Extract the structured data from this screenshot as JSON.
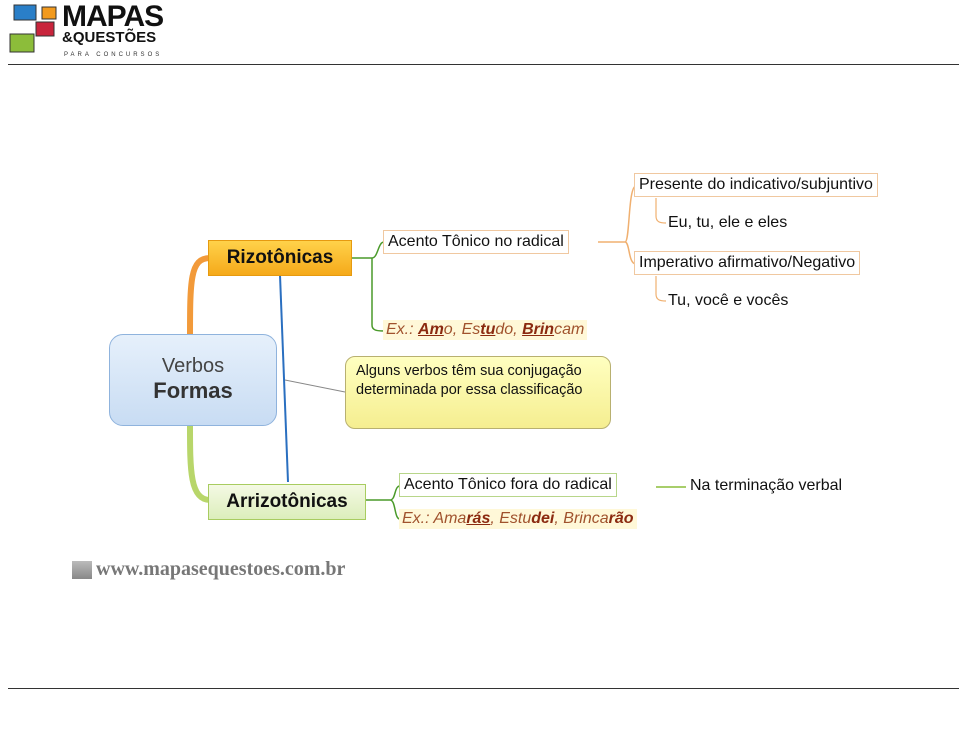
{
  "header": {
    "logo_title": "MAPAS",
    "logo_sub": "&QUESTÕES",
    "logo_tag": "PARA CONCURSOS"
  },
  "map": {
    "central": {
      "line1": "Verbos",
      "line2": "Formas"
    },
    "rizo": {
      "label": "Rizotônicas",
      "accent": "Acento Tônico no radical",
      "presente": "Presente do indicativo/subjuntivo",
      "presente_note": "Eu, tu, ele e eles",
      "imperativo": "Imperativo afirmativo/Negativo",
      "imperativo_note": "Tu, você e vocês",
      "example": [
        {
          "t": "Ex.: ",
          "s": "n"
        },
        {
          "t": "Am",
          "s": "u"
        },
        {
          "t": "o, Es",
          "s": "n"
        },
        {
          "t": "tu",
          "s": "u"
        },
        {
          "t": "do, ",
          "s": "n"
        },
        {
          "t": "Brin",
          "s": "u"
        },
        {
          "t": "cam",
          "s": "n"
        }
      ]
    },
    "callout": "Alguns verbos têm sua conjugação determinada por essa classificação",
    "arrizo": {
      "label": "Arrizotônicas",
      "accent": "Acento Tônico fora do radical",
      "accent_note": "Na terminação verbal",
      "example": [
        {
          "t": "Ex.: Ama",
          "s": "n"
        },
        {
          "t": "rás",
          "s": "u"
        },
        {
          "t": ", Estu",
          "s": "n"
        },
        {
          "t": "dei",
          "s": "b"
        },
        {
          "t": ", ",
          "s": "n"
        },
        {
          "t": "Brinca",
          "s": "n"
        },
        {
          "t": "rão",
          "s": "b"
        }
      ]
    }
  },
  "footer": {
    "url": "www.mapasequestoes.com.br"
  }
}
